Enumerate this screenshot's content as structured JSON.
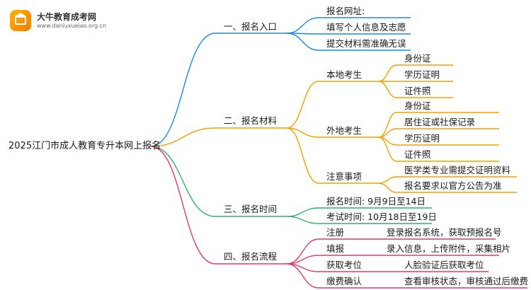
{
  "brand": {
    "name": "大牛教育成考网",
    "url": "www.daniuxueiao.org.cn"
  },
  "colors": {
    "blue": "#1e88e5",
    "orange": "#f5a000",
    "green": "#2fb36a",
    "pink": "#e5386e"
  },
  "root": "2025江门市成人教育专升本网上报名",
  "branches": {
    "entry": {
      "label": "一、报名入口",
      "items": [
        "报名网址:",
        "填写个人信息及志愿",
        "提交材料需准确无误"
      ]
    },
    "materials": {
      "label": "二、报名材料",
      "local": {
        "label": "本地考生",
        "items": [
          "身份证",
          "学历证明",
          "证件照"
        ]
      },
      "nonlocal": {
        "label": "外地考生",
        "items": [
          "身份证",
          "居住证或社保记录",
          "学历证明",
          "证件照"
        ]
      },
      "notes": {
        "label": "注意事项",
        "items": [
          "医学类专业需提交证明资料",
          "报名要求以官方公告为准"
        ]
      }
    },
    "time": {
      "label": "三、报名时间",
      "items": [
        "报名时间: 9月9日至14日",
        "考试时间: 10月18日至19日"
      ]
    },
    "process": {
      "label": "四、报名流程",
      "steps": [
        {
          "label": "注册",
          "detail": "登录报名系统，获取预报名号"
        },
        {
          "label": "填报",
          "detail": "录入信息，上传附件，采集相片"
        },
        {
          "label": "获取考位",
          "detail": "人脸验证后获取考位"
        },
        {
          "label": "缴费确认",
          "detail": "查看审核状态，审核通过后缴费"
        }
      ]
    }
  }
}
